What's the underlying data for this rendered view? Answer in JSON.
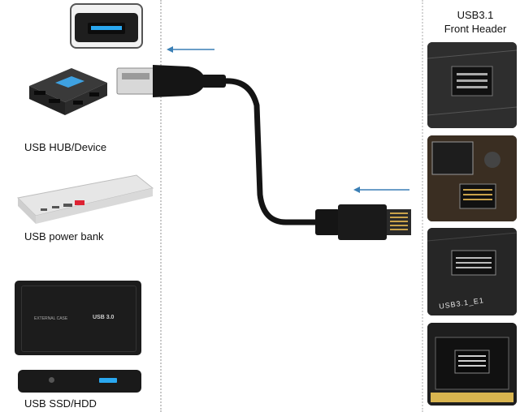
{
  "header": {
    "line1": "USB3.1",
    "line2": "Front Header"
  },
  "left_items": [
    {
      "label": "USB HUB/Device"
    },
    {
      "label": "USB power bank"
    },
    {
      "label": "USB SSD/HDD"
    }
  ],
  "devices": {
    "ssd_logo": "USB 3.0",
    "ssd_case_text": "EXTERNAL CASE"
  },
  "board_silkscreen": "USB3.1_E1",
  "colors": {
    "cable": "#141414",
    "arrow": "#3a7fb5",
    "usb_blue": "#2aa8f0",
    "divider": "#c8c8c8"
  }
}
